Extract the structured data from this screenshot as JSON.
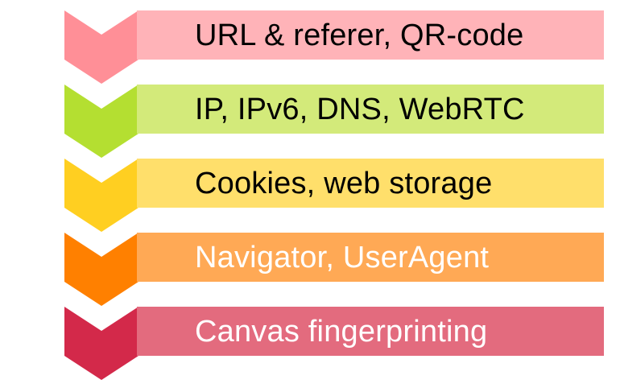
{
  "steps": [
    {
      "label": "URL & referer, QR-code",
      "band_color": "#ffb3b8",
      "chevron_color": "#ff8f97",
      "text_color": "#000000"
    },
    {
      "label": "IP, IPv6, DNS, WebRTC",
      "band_color": "#d3ea7a",
      "chevron_color": "#b4df31",
      "text_color": "#000000"
    },
    {
      "label": "Cookies, web storage",
      "band_color": "#ffdf6b",
      "chevron_color": "#ffcf21",
      "text_color": "#000000"
    },
    {
      "label": "Navigator, UserAgent",
      "band_color": "#ffa955",
      "chevron_color": "#ff8000",
      "text_color": "#ffffff"
    },
    {
      "label": "Canvas fingerprinting",
      "band_color": "#e36b7e",
      "chevron_color": "#d3294a",
      "text_color": "#ffffff"
    }
  ]
}
